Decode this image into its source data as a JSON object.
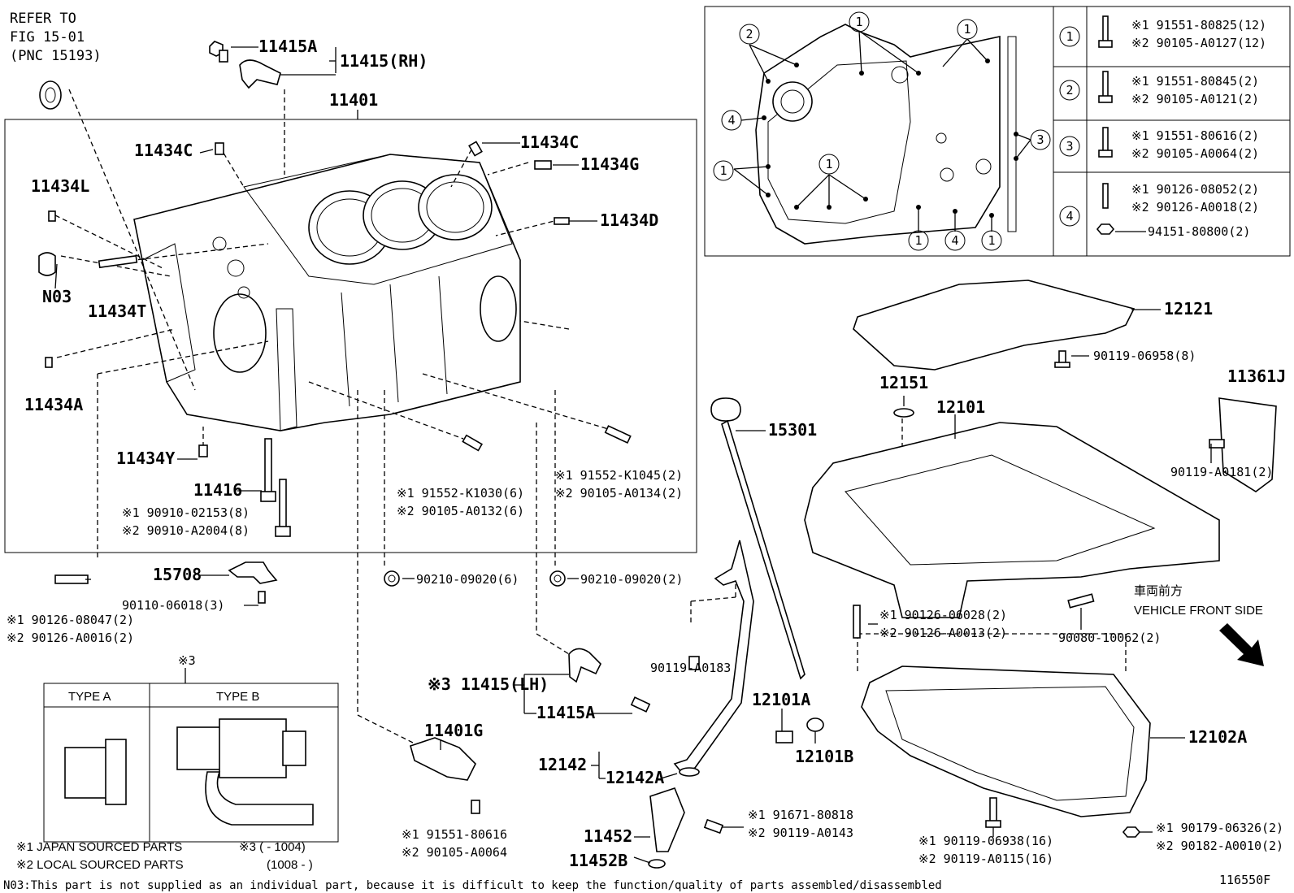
{
  "labels": {
    "refer": [
      "REFER TO",
      "FIG 15-01",
      "(PNC 15193)"
    ],
    "p11415A_top": "11415A",
    "p11415_rh": "11415(RH)",
    "p11401": "11401",
    "p11434C_a": "11434C",
    "p11434C_b": "11434C",
    "p11434G": "11434G",
    "p11434L": "11434L",
    "p11434D": "11434D",
    "pN03": "N03",
    "p11434T": "11434T",
    "p11434A": "11434A",
    "p11434Y": "11434Y",
    "p11416": "11416",
    "b90910_1": "※1 90910-02153(8)",
    "b90910_2": "※2 90910-A2004(8)",
    "b91552_1": "※1 91552-K1030(6)",
    "b91552_2": "※2 90105-A0132(6)",
    "b91552K_1": "※1 91552-K1045(2)",
    "b91552K_2": "※2 90105-A0134(2)",
    "p15708": "15708",
    "b90110": "90110-06018(3)",
    "b90210_a": "90210-09020(6)",
    "b90210_b": "90210-09020(2)",
    "b90126_1": "※1 90126-08047(2)",
    "b90126_2": "※2 90126-A0016(2)",
    "star3": "※3",
    "typeA": "TYPE A",
    "typeB": "TYPE B",
    "p11415_lh": "※3 11415(LH)",
    "p11415A_lh": "11415A",
    "p11401G": "11401G",
    "b91551_1": "※1 91551-80616",
    "b91551_2": "※2 90105-A0064",
    "p12142": "12142",
    "p12142A": "12142A",
    "p11452": "11452",
    "p11452B": "11452B",
    "b90119_A0183": "90119-A0183",
    "b91671_1": "※1 91671-80818",
    "b91671_2": "※2 90119-A0143",
    "p15301": "15301",
    "p12151": "12151",
    "p12101": "12101",
    "p12121": "12121",
    "b90119_06958": "90119-06958(8)",
    "p11361J": "11361J",
    "b90119_A0181": "90119-A0181(2)",
    "b90126_06028_1": "※1 90126-06028(2)",
    "b90126_06028_2": "※2 90126-A0013(2)",
    "b90080": "90080-10062(2)",
    "front_jp": "車両前方",
    "front_en": "VEHICLE FRONT SIDE",
    "p12101A": "12101A",
    "p12101B": "12101B",
    "p12102A": "12102A",
    "b90119_06938_1": "※1 90119-06938(16)",
    "b90119_06938_2": "※2 90119-A0115(16)",
    "b90179_1": "※1 90179-06326(2)",
    "b90179_2": "※2 90182-A0010(2)",
    "legend1": "※1 JAPAN SOURCED PARTS",
    "legend2": "※2 LOCAL SOURCED PARTS",
    "legend3": "※3 (      - 1004)",
    "legend4": "(1008 -      )",
    "note": "N03:This part is not supplied as an individual part, because it is difficult to keep the function/quality of parts assembled/disassembled",
    "fig_no": "116550F"
  },
  "inset": {
    "callouts": [
      "1",
      "2",
      "3",
      "4"
    ],
    "rows": [
      {
        "n": "1",
        "l1": "※1 91551-80825(12)",
        "l2": "※2 90105-A0127(12)"
      },
      {
        "n": "2",
        "l1": "※1 91551-80845(2)",
        "l2": "※2 90105-A0121(2)"
      },
      {
        "n": "3",
        "l1": "※1 91551-80616(2)",
        "l2": "※2 90105-A0064(2)"
      },
      {
        "n": "4",
        "l1": "※1 90126-08052(2)",
        "l2": "※2 90126-A0018(2)",
        "l3": "94151-80800(2)"
      }
    ]
  }
}
